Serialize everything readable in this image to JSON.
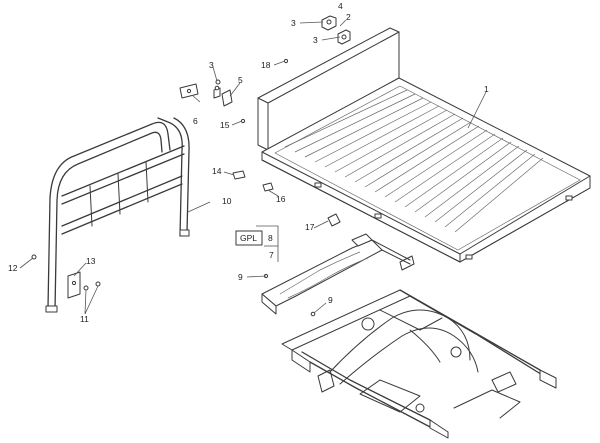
{
  "callouts": {
    "c1": "1",
    "c2": "2",
    "c3a": "3",
    "c3b": "3",
    "c3c": "3",
    "c4": "4",
    "c5": "5",
    "c6": "6",
    "c7": "7",
    "c8": "8",
    "c9a": "9",
    "c9b": "9",
    "c10": "10",
    "c11": "11",
    "c12": "12",
    "c13": "13",
    "c14": "14",
    "c15": "15",
    "c16": "16",
    "c17": "17",
    "c18": "18"
  },
  "variant_box": {
    "label": "GPL"
  }
}
